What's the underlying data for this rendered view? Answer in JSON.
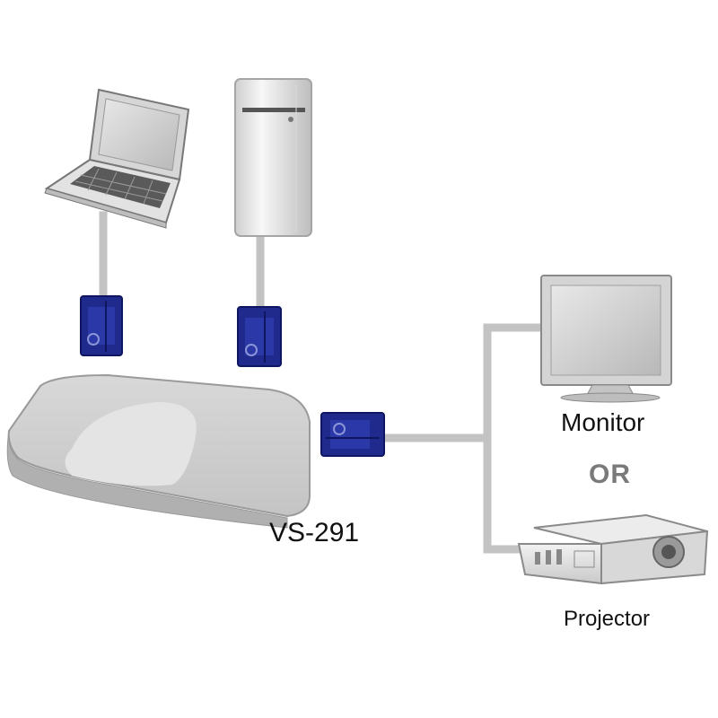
{
  "labels": {
    "device": "VS-291",
    "monitor": "Monitor",
    "or": "OR",
    "projector": "Projector"
  },
  "colors": {
    "cable": "#c3c3c3",
    "connector": "#1f2a8c",
    "device_body": "#c9c9c9",
    "background": "#ffffff"
  },
  "icons": [
    "laptop-icon",
    "tower-pc-icon",
    "vga-connector-icon",
    "switch-box-icon",
    "monitor-icon",
    "projector-icon"
  ]
}
